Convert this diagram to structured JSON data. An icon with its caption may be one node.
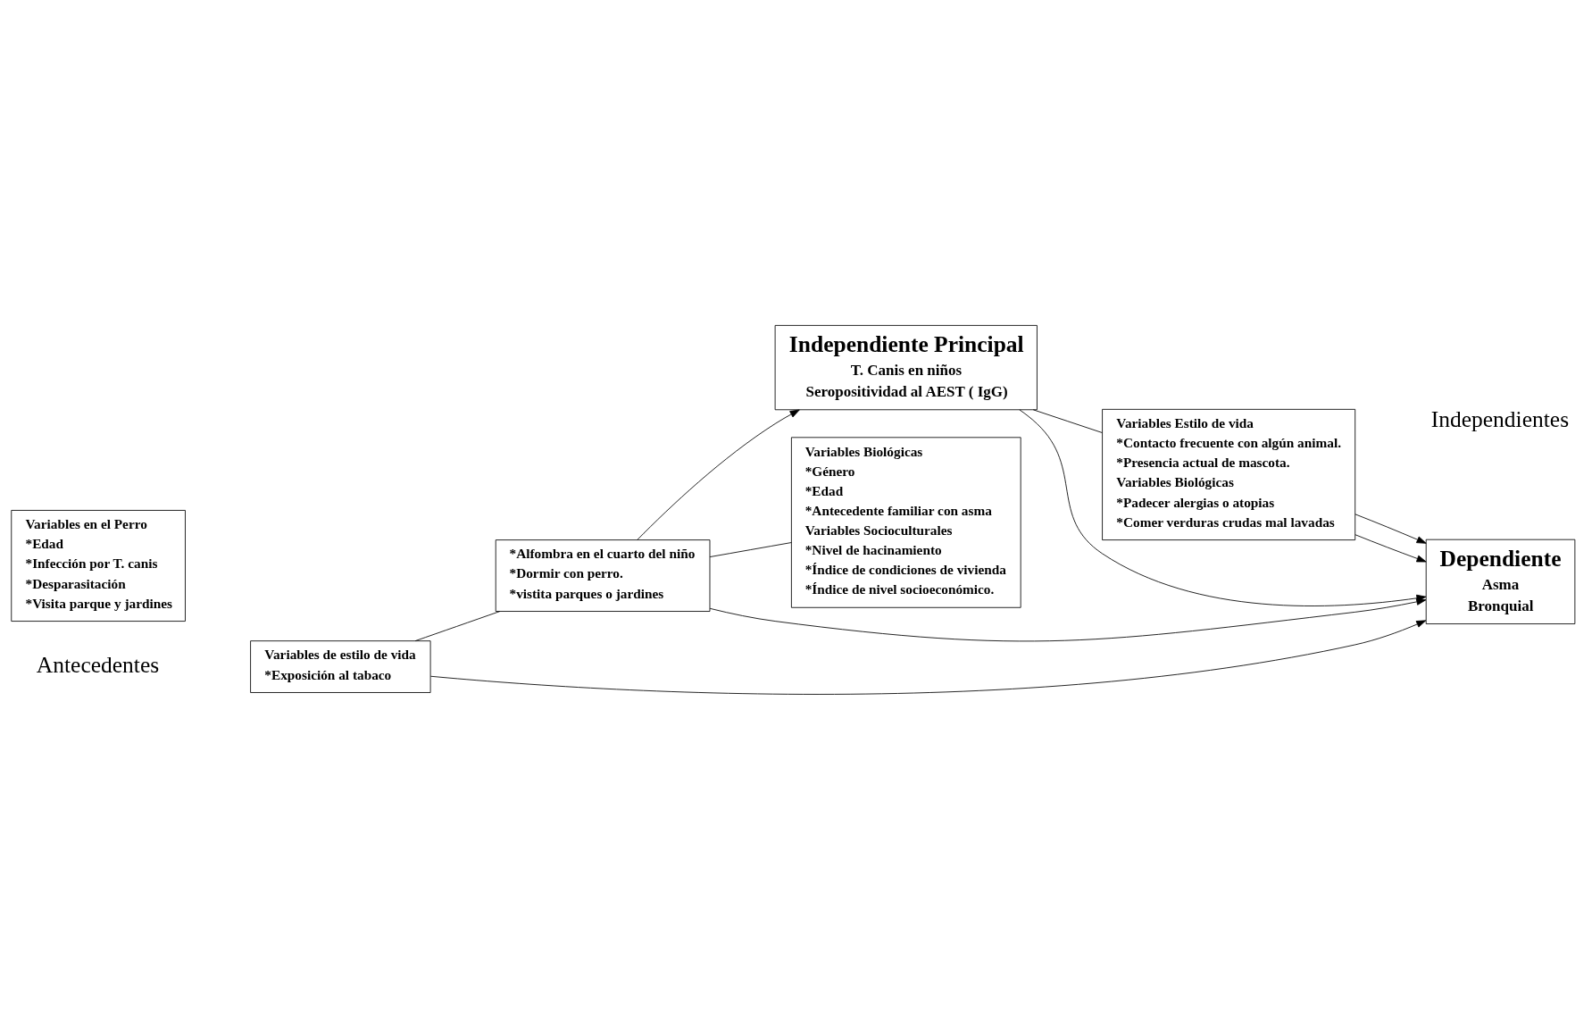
{
  "diagram": {
    "nodes": [
      {
        "text": [
          "Variables de estilo de vida",
          "*Exposición al tabaco"
        ]
      },
      {
        "text": [
          "*Alfombra en el cuarto del niño",
          "*Dormir con perro.",
          "*vistita parques o jardines"
        ]
      },
      {
        "text": [
          "Variables Biológicas",
          "*Género",
          "*Edad",
          "*Antecedente familiar con asma",
          "Variables Socioculturales",
          "*Nivel de hacinamiento",
          "*Índice de condiciones de vivienda",
          "*Índice de nivel socioeconómico."
        ]
      },
      {
        "text": [
          "Variables en el Perro",
          "*Edad",
          "*Infección por T. canis",
          "*Desparasitación",
          "*Visita parque y jardines"
        ]
      },
      {
        "text": [
          "Independiente Principal",
          "T. Canis en niños",
          "Seropositividad al AEST ( IgG)"
        ]
      },
      {
        "text": [
          "Dependiente",
          "Asma",
          "Bronquial"
        ]
      },
      {
        "text": [
          "Variables Estilo de vida",
          "*Contacto frecuente con algún animal.",
          "*Presencia actual de mascota.",
          "Variables Biológicas",
          "*Padecer alergias o atopias",
          "*Comer verduras crudas mal lavadas"
        ]
      }
    ],
    "edges": [
      {
        "from": 0,
        "to": 5,
        "arrow": "to"
      },
      {
        "from": 0,
        "to": 1,
        "arrow": "none"
      },
      {
        "from": 1,
        "to": 5,
        "arrow": "to"
      },
      {
        "from": 1,
        "to": 2,
        "arrow": "none"
      },
      {
        "from": 1,
        "to": 4,
        "arrow": "to"
      },
      {
        "from": 4,
        "to": 5,
        "arrow": "to"
      },
      {
        "from": 4,
        "to": 6,
        "arrow": "none"
      },
      {
        "from": 6,
        "to": 5,
        "arrow": "to"
      },
      {
        "from": 6,
        "to": 5,
        "arrow": "to"
      }
    ],
    "labels": [
      "Antecedentes",
      "Independientes"
    ]
  }
}
